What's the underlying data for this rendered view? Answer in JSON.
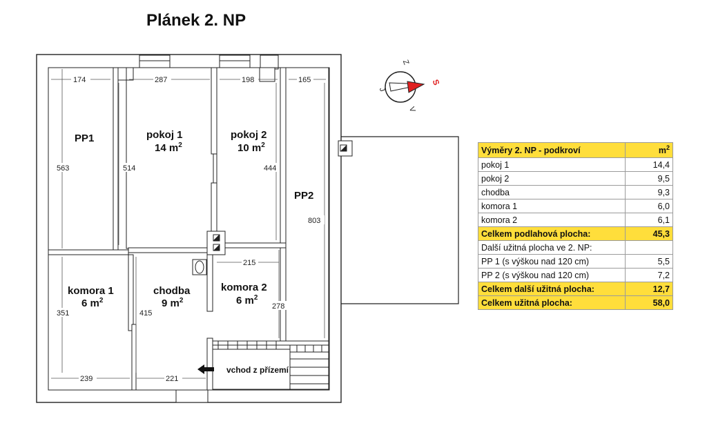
{
  "title": "Plánek 2. NP",
  "rooms": {
    "pp1": "PP1",
    "pp2": "PP2",
    "pokoj1_name": "pokoj 1",
    "pokoj1_area": "14 m",
    "pokoj2_name": "pokoj 2",
    "pokoj2_area": "10 m",
    "komora1_name": "komora 1",
    "komora1_area": "6 m",
    "chodba_name": "chodba",
    "chodba_area": "9 m",
    "komora2_name": "komora 2",
    "komora2_area": "6 m",
    "entry": "vchod z  přízemí",
    "area_sup": "2"
  },
  "dimensions": {
    "d174": "174",
    "d287": "287",
    "d198": "198",
    "d165": "165",
    "d563": "563",
    "d514": "514",
    "d444": "444",
    "d803": "803",
    "d215": "215",
    "d351": "351",
    "d415": "415",
    "d278": "278",
    "d239": "239",
    "d221": "221"
  },
  "compass": {
    "n": "Z",
    "e": "S",
    "s": "V",
    "w": "J"
  },
  "table": {
    "header_label": "Výměry 2. NP - podkroví",
    "header_unit": "m",
    "header_unit_sup": "2",
    "rows": [
      {
        "label": "pokoj 1",
        "value": "14,4"
      },
      {
        "label": "pokoj 2",
        "value": "9,5"
      },
      {
        "label": "chodba",
        "value": "9,3"
      },
      {
        "label": "komora 1",
        "value": "6,0"
      },
      {
        "label": "komora 2",
        "value": "6,1"
      },
      {
        "label": "Celkem podlahová plocha:",
        "value": "45,3"
      },
      {
        "label": "Další užitná plocha ve 2. NP:",
        "value": ""
      },
      {
        "label": "PP 1 (s výškou nad 120 cm)",
        "value": "5,5"
      },
      {
        "label": "PP 2 (s výškou nad 120 cm)",
        "value": "7,2"
      },
      {
        "label": "Celkem další užitná plocha:",
        "value": "12,7"
      },
      {
        "label": "Celkem užitná plocha:",
        "value": "58,0"
      }
    ]
  },
  "colors": {
    "highlight": "#ffde3b",
    "compass_arrow": "#e02020"
  }
}
